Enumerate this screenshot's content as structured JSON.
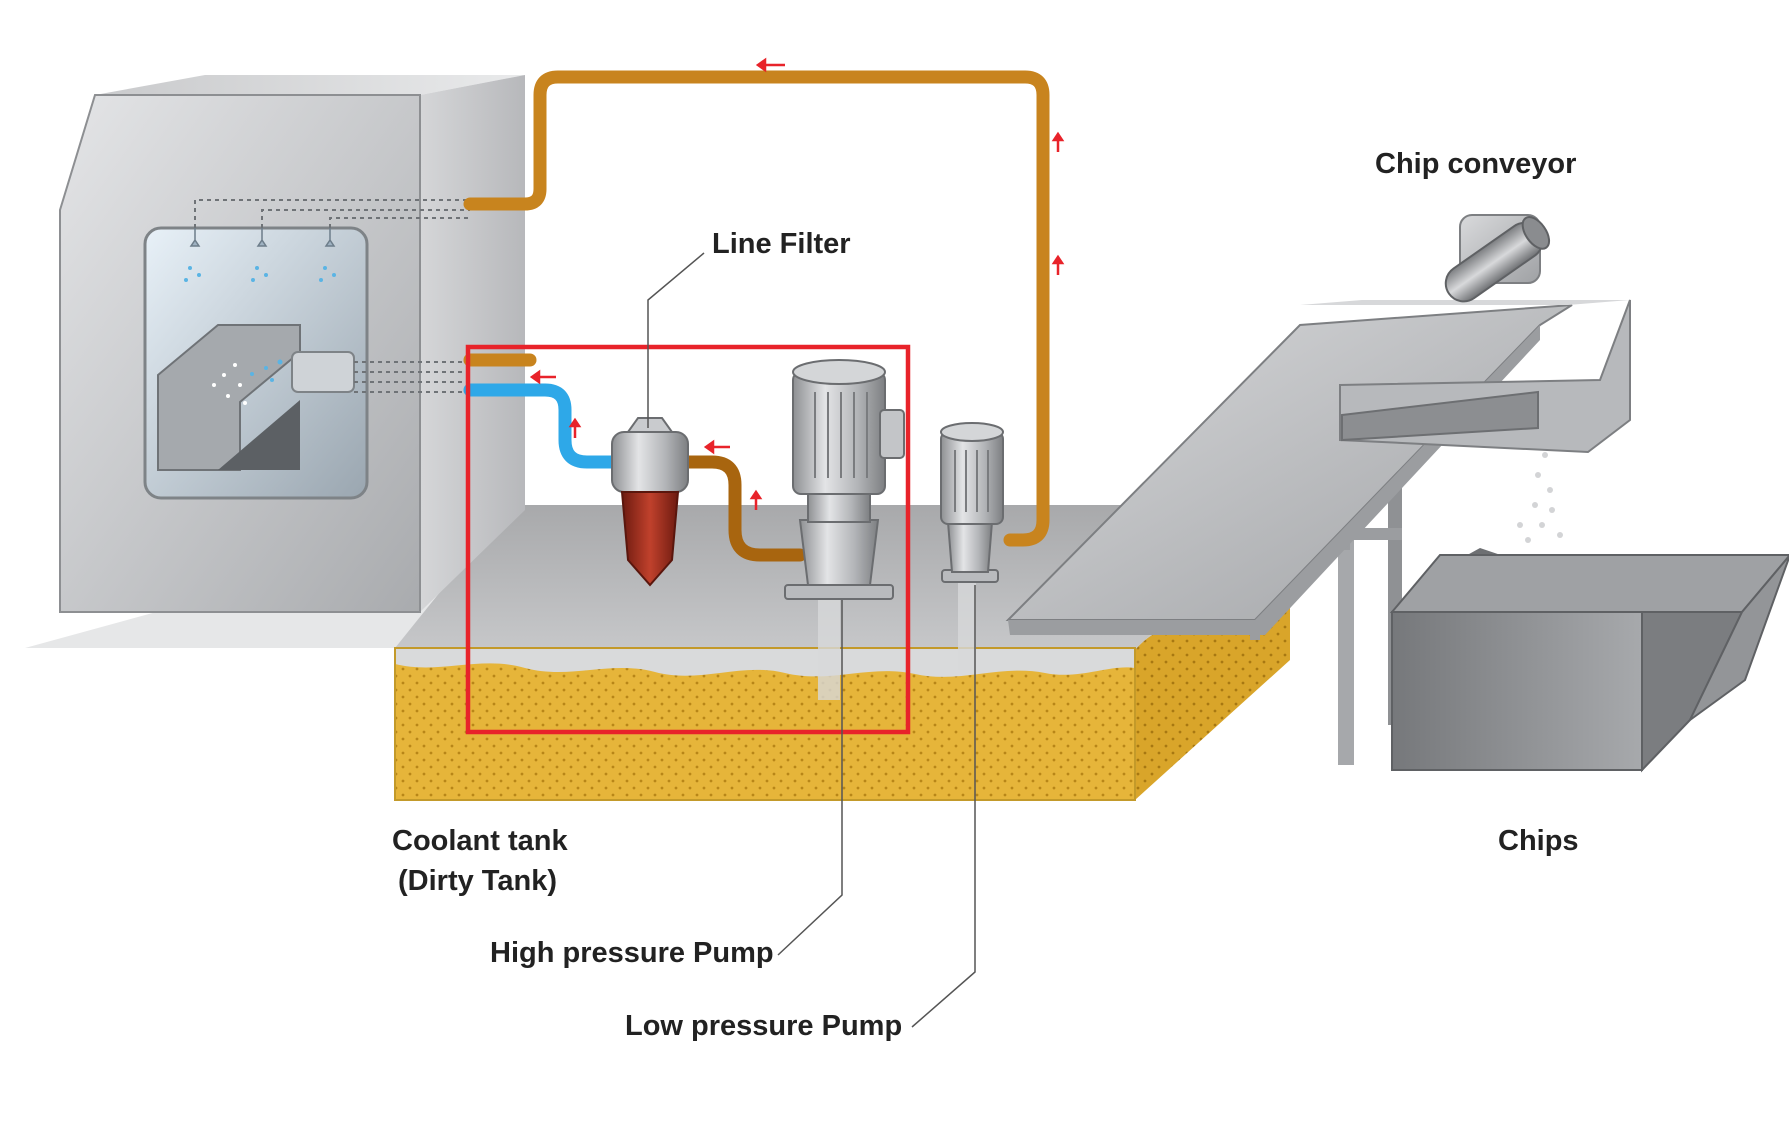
{
  "labels": {
    "line_filter": "Line Filter",
    "chip_conveyor": "Chip conveyor",
    "coolant_tank_line1": "Coolant tank",
    "coolant_tank_line2": "(Dirty Tank)",
    "chips": "Chips",
    "high_pressure_pump": "High pressure Pump",
    "low_pressure_pump": "Low pressure Pump"
  },
  "colors": {
    "low_pressure_pipe": "#c8841e",
    "high_pressure_pipe_clean": "#2ea8e8",
    "high_pressure_pipe_dirty": "#a8650f",
    "coolant": "#e6b53a",
    "highlight_box": "#e8232a",
    "flow_arrow": "#e8232a",
    "machine_body": "#cfd0d2",
    "filter_bowl": "#9e2a1a"
  },
  "icons": [
    "flow-arrow-icon",
    "nozzle-icon",
    "chip-particles-icon"
  ]
}
